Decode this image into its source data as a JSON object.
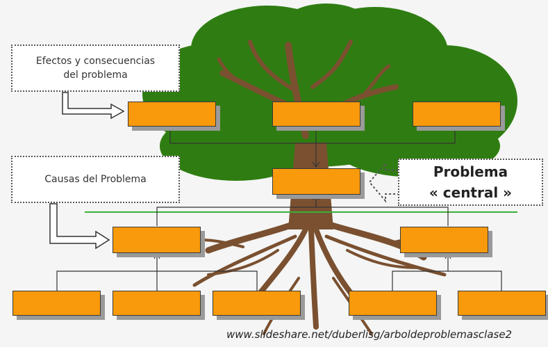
{
  "diagram": {
    "effects_label": "Efectos y consecuencias\ndel problema",
    "causes_label": "Causas del Problema",
    "central_label": "Problema\n« central »",
    "source_url": "www.slideshare.net/duberlisg/arboldeproblemasclase2"
  },
  "colors": {
    "box_fill": "#f89a0b",
    "canopy": "#2f7d12",
    "trunk": "#7a5030",
    "ground_line": "#3ab03a"
  }
}
